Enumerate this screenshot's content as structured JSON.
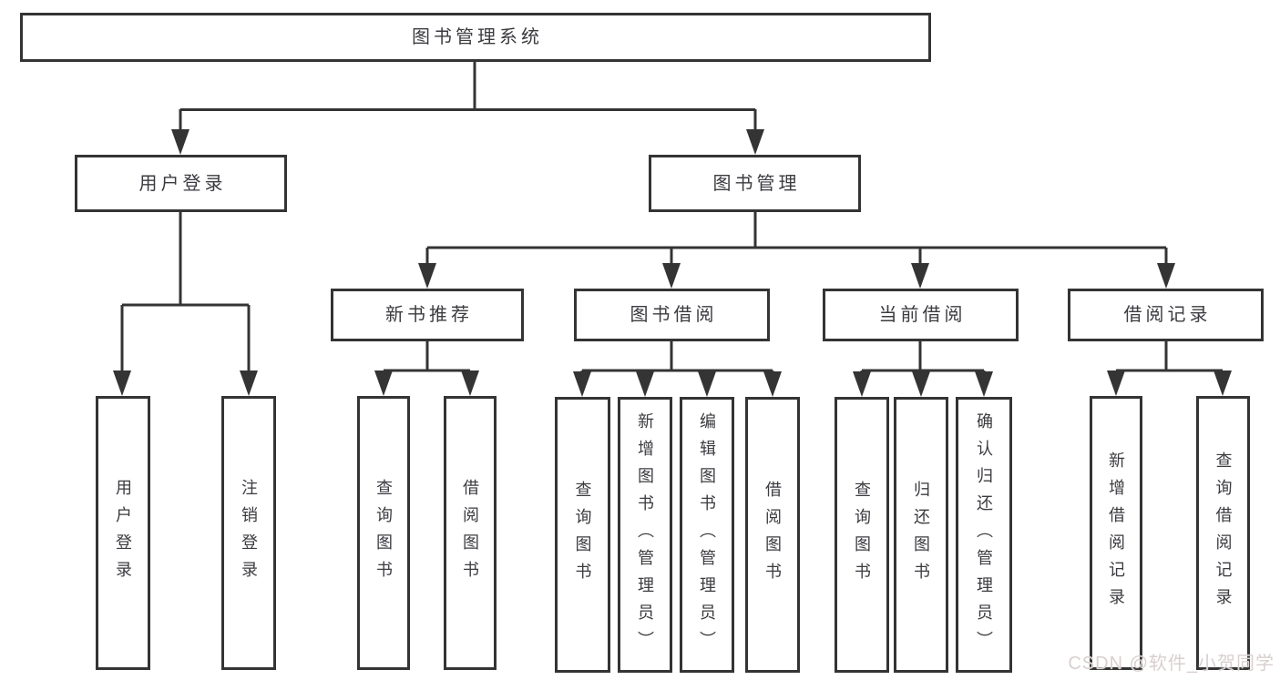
{
  "title": {
    "label": "图书管理系统"
  },
  "branches": {
    "user_login": {
      "label": "用户登录",
      "children": [
        "用户登录",
        "注销登录"
      ]
    },
    "book_management": {
      "label": "图书管理",
      "sections": {
        "new_book": {
          "label": "新书推荐",
          "children": [
            "查询图书",
            "借阅图书"
          ]
        },
        "borrow": {
          "label": "图书借阅",
          "children": [
            "查询图书",
            "新增图书（管理员）",
            "编辑图书（管理员）",
            "借阅图书"
          ]
        },
        "current": {
          "label": "当前借阅",
          "children": [
            "查询图书",
            "归还图书",
            "确认归还（管理员）"
          ]
        },
        "records": {
          "label": "借阅记录",
          "children": [
            "新增借阅记录",
            "查询借阅记录"
          ]
        }
      }
    }
  },
  "watermark": "CSDN @软件_小贺同学",
  "colors": {
    "line": "#343434",
    "text": "#3b3b40",
    "watermark": "#d9cfcf",
    "background": "#ffffff"
  }
}
